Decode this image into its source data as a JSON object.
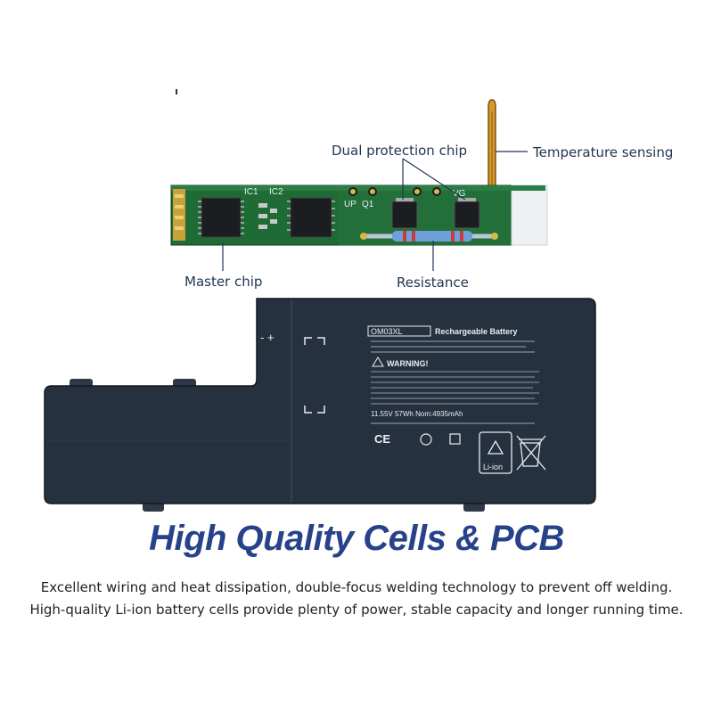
{
  "callouts": {
    "dual_protection_chip": "Dual protection chip",
    "temperature_sensing": "Temperature sensing",
    "master_chip": "Master chip",
    "resistance": "Resistance"
  },
  "pcb_silkscreen": {
    "ic1": "IC1",
    "ic2": "IC2",
    "up": "UP",
    "q1": "Q1",
    "vg": "VG"
  },
  "battery_label": {
    "model": "OM03XL",
    "type": "Rechargeable Battery",
    "polarity": "-  +",
    "chemistry": "Li-ion",
    "rating": "11.55V  57Wh  Nom:4935mAh",
    "warning": "WARNING!",
    "ce_mark": "CE"
  },
  "headline": "High Quality Cells & PCB",
  "description": [
    "Excellent wiring and heat dissipation, double-focus welding technology to prevent off welding.",
    "High-quality Li-ion battery cells provide plenty of power, stable capacity and longer running time."
  ],
  "colors": {
    "pcb_green": "#1f6b36",
    "battery_dark": "#26313f",
    "headline_blue": "#27428a",
    "sensor_orange": "#d89a2a"
  }
}
